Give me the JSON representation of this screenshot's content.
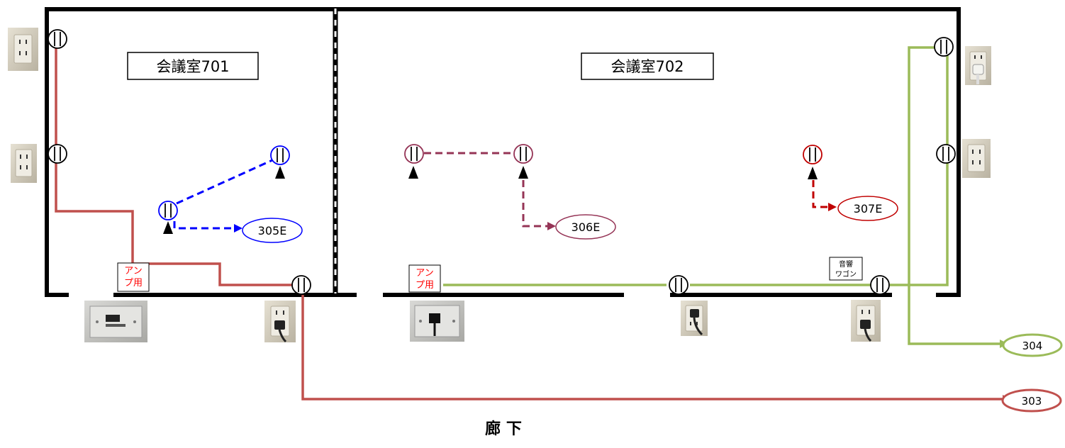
{
  "rooms": {
    "room701": "会議室701",
    "room702": "会議室702"
  },
  "corridor": "廊 下",
  "amp_label_left": {
    "line1": "アン",
    "line2": "プ用"
  },
  "amp_label_right": {
    "line1": "アン",
    "line2": "プ用"
  },
  "wagon_label": {
    "line1": "音響",
    "line2": "ワゴン"
  },
  "ports": {
    "p305E": "305E",
    "p306E": "306E",
    "p307E": "307E",
    "p304": "304",
    "p303": "303"
  },
  "colors": {
    "red_line": "#c0504d",
    "green_line": "#9bbb59",
    "blue_line": "#0000ff",
    "purple_line": "#953456",
    "dark_red_line": "#c00000",
    "wall": "#000000",
    "amp_text": "#ff0000"
  },
  "icons": [
    "wall-outlet-icon",
    "outlet-symbol-icon",
    "microphone-arrow-icon",
    "amp-panel-photo",
    "plugged-outlet-photo"
  ]
}
